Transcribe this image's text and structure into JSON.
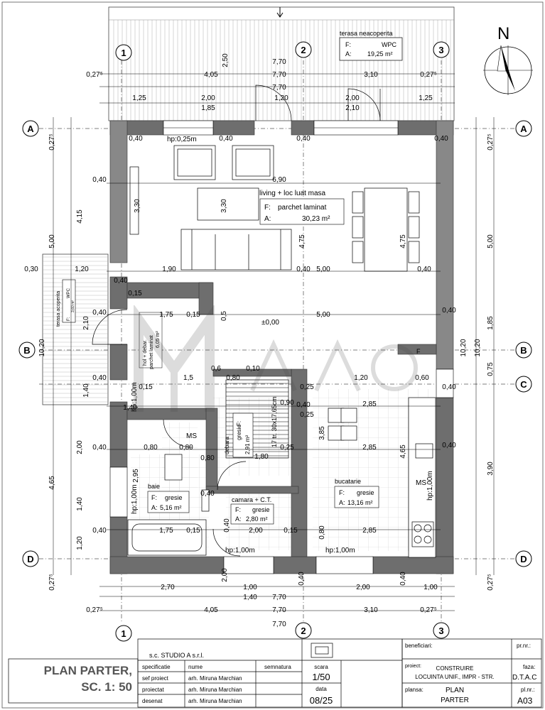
{
  "north": "N",
  "axes": {
    "cols": [
      "1",
      "2",
      "3"
    ],
    "rows": [
      "A",
      "B",
      "C",
      "D"
    ]
  },
  "terrace": {
    "title": "terasa neacoperita",
    "finish_label": "F:",
    "finish": "WPC",
    "area_label": "A:",
    "area": "19,25 m²"
  },
  "terrace_side": {
    "title": "terasa acoperita",
    "finish": "WPC",
    "area": "3,60 m²",
    "f": "F:"
  },
  "rooms": {
    "living": {
      "name": "living + loc luat masa",
      "finish_label": "F:",
      "finish": "parchet laminat",
      "area_label": "A:",
      "area": "30,23 m²"
    },
    "hol": {
      "name": "hol + debar.",
      "finish": "parchet laminat",
      "area": "6,05 m²"
    },
    "debara": {
      "name": "debara",
      "finish": "gresie",
      "area": "2,91 m²",
      "f": "F:",
      "a": "A:"
    },
    "baie": {
      "name": "baie",
      "finish_label": "F:",
      "finish": "gresie",
      "area_label": "A:",
      "area": "5,16 m²"
    },
    "camara": {
      "name": "camara + C.T.",
      "finish_label": "F:",
      "finish": "gresie",
      "area_label": "A:",
      "area": "2,80 m²"
    },
    "bucatarie": {
      "name": "bucatarie",
      "finish_label": "F:",
      "finish": "gresie",
      "area_label": "A:",
      "area": "13,16 m²"
    }
  },
  "labels": {
    "hp_025": "hp:0,25m",
    "hp_100_bottom_left": "hp:1,00m",
    "hp_100_bottom_right": "hp:1,00m",
    "hp_100_side": "hp:1,00m",
    "hp_100_left": "hp:1,00m",
    "hp_100_hol": "hp:1,00m",
    "level": "±0,00",
    "ms1": "MS",
    "ms2": "MS",
    "stair": "17 tr. 30x17,65cm",
    "f_right": "F"
  },
  "dims": {
    "top_a": [
      "0,27⁵",
      "4,05",
      "7,70",
      "3,10",
      "0,27⁵"
    ],
    "top_b": [
      "1,25",
      "2,00",
      "1,85",
      "1,20",
      "2,00",
      "2,10",
      "1,25"
    ],
    "top_c": [
      "7,70",
      "7,70",
      "7,70"
    ],
    "top_vert": "2,50",
    "bottom_a": [
      "2,70",
      "1,00",
      "0,40",
      "2,00",
      "0,40",
      "1,00"
    ],
    "bottom_b": [
      "1,40",
      "7,70",
      "7,70",
      "7,70"
    ],
    "bottom_c": [
      "0,27⁵",
      "4,05",
      "3,10",
      "0,27⁵"
    ],
    "left_outer": [
      "0,27⁵",
      "5,00",
      "4,65",
      "0,27⁵"
    ],
    "left_inner": [
      "4,15",
      "10,20",
      "2,10",
      "1,40",
      "2,00",
      "1,40",
      "1,20"
    ],
    "left_misc": [
      "0,40",
      "0,30",
      "1,20",
      "0,40",
      "0,40",
      "0,40",
      "0,40",
      "0,40",
      "0,25",
      "0,40",
      "0,60",
      "0,60"
    ],
    "right_outer": [
      "0,27⁵",
      "5,00",
      "10,20",
      "3,90",
      "0,27⁵"
    ],
    "right_inner": [
      "1,85",
      "10,20",
      "0,75",
      "4,65"
    ],
    "right_misc": [
      "0,40",
      "0,40",
      "0,40",
      "0,40"
    ],
    "interior": [
      "6,90",
      "3,30",
      "3,30",
      "4,75",
      "4,75",
      "1,90",
      "5,00",
      "5,00",
      "0,40",
      "0,40",
      "0,40",
      "0,40",
      "0,40",
      "0,40",
      "0,15",
      "1,75",
      "0,15",
      "0,80",
      "0,10",
      "1,20",
      "0,60",
      "0,80",
      "0,90",
      "0,25",
      "2,85",
      "2,85",
      "2,85",
      "3,85",
      "1,80",
      "0,25",
      "0,25",
      "0,80",
      "0,80",
      "2,95",
      "1,75",
      "0,15",
      "2,00",
      "0,15",
      "0,80",
      "2,00",
      "0,25",
      "0,40",
      "0,40",
      "1,40",
      "0,40",
      "0,15",
      "1,5",
      "0,6",
      "0,5"
    ]
  },
  "title_block": {
    "company": "s.c. STUDIO A s.r.l.",
    "plan_title_1": "PLAN PARTER,",
    "plan_title_2": "SC. 1: 50",
    "rows": [
      {
        "role": "specificatie",
        "name": "nume",
        "sig": "semnatura"
      },
      {
        "role": "sef proiect",
        "name": "arh. Miruna Marchian",
        "sig": ""
      },
      {
        "role": "proiectat",
        "name": "arh. Miruna Marchian",
        "sig": ""
      },
      {
        "role": "desenat",
        "name": "arh. Miruna Marchian",
        "sig": ""
      }
    ],
    "scara_label": "scara",
    "scara": "1/50",
    "data_label": "data",
    "data": "08/25",
    "beneficiari": "beneficiari:",
    "prnr_label": "pr.nr.:",
    "proiect_label": "proiect:",
    "proiect_1": "CONSTRUIRE",
    "proiect_2": "LOCUINTA UNIF., IMPR - STR.",
    "faza_label": "faza:",
    "faza": "D.T.A.C",
    "plansa_label": "plansa:",
    "plansa_1": "PLAN",
    "plansa_2": "PARTER",
    "plnr_label": "pl.nr.:",
    "plnr": "A03"
  }
}
